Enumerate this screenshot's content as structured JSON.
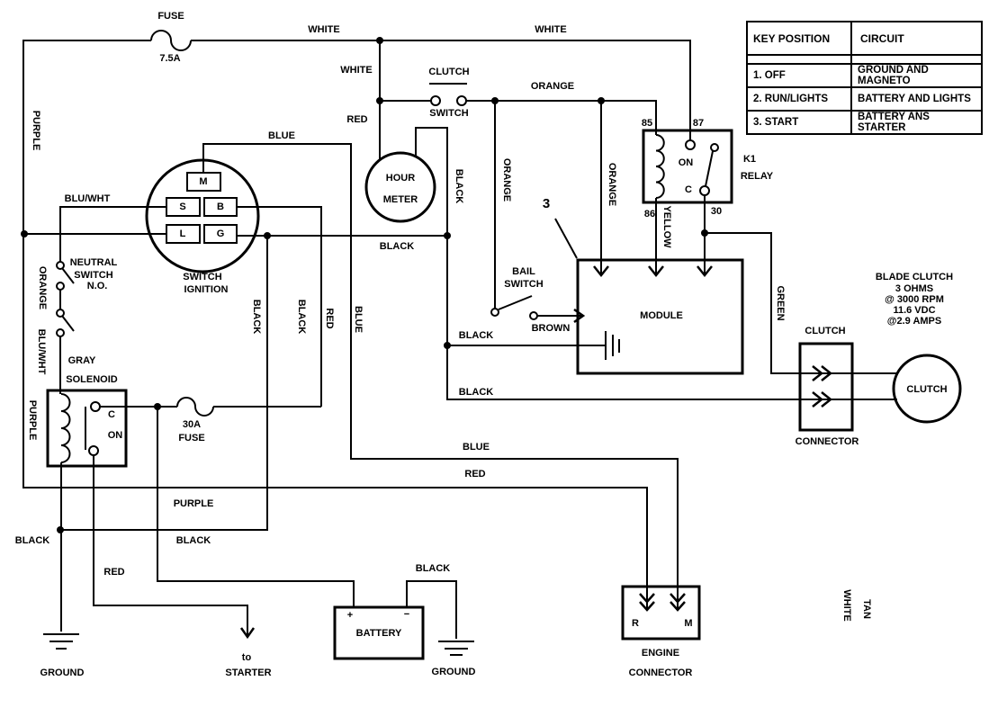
{
  "key_table": {
    "headers": [
      "KEY POSITION",
      "CIRCUIT"
    ],
    "rows": [
      [
        "1. OFF",
        "GROUND AND MAGNETO"
      ],
      [
        "2. RUN/LIGHTS",
        "BATTERY AND LIGHTS"
      ],
      [
        "3. START",
        "BATTERY ANS STARTER"
      ]
    ]
  },
  "components": {
    "fuse_7a": {
      "label": "FUSE",
      "rating": "7.5A"
    },
    "fuse_30a": {
      "rating": "30A",
      "label": "FUSE"
    },
    "clutch_switch": {
      "line1": "CLUTCH",
      "line2": "SWITCH"
    },
    "hour_meter": {
      "line1": "HOUR",
      "line2": "METER"
    },
    "ignition_switch": {
      "line1": "SWITCH",
      "line2": "IGNITION",
      "m": "M",
      "s": "S",
      "b": "B",
      "l": "L",
      "g": "G"
    },
    "neutral_switch": {
      "line1": "NEUTRAL",
      "line2": "SWITCH",
      "line3": "N.O."
    },
    "relay": {
      "name": "K1",
      "type": "RELAY",
      "t85": "85",
      "t87": "87",
      "t86": "86",
      "t30": "30",
      "on": "ON",
      "c": "C"
    },
    "module": {
      "label": "MODULE",
      "callout": "3"
    },
    "bail_switch": {
      "line1": "BAIL",
      "line2": "SWITCH"
    },
    "solenoid": {
      "gray": "GRAY",
      "label": "SOLENOID",
      "c": "C",
      "on": "ON"
    },
    "battery": {
      "label": "BATTERY",
      "plus": "+",
      "minus": "−"
    },
    "clutch_connector": {
      "line1": "CLUTCH",
      "line2": "CONNECTOR"
    },
    "clutch": {
      "label": "CLUTCH"
    },
    "blade_clutch_note": [
      "BLADE CLUTCH",
      "3 OHMS",
      "@ 3000 RPM",
      "11.6 VDC",
      "@2.9 AMPS"
    ],
    "engine_connector": {
      "r": "R",
      "m": "M",
      "line1": "ENGINE",
      "line2": "CONNECTOR"
    },
    "starter": {
      "to": "to",
      "label": "STARTER"
    },
    "ground_left": "GROUND",
    "ground_battery": "GROUND"
  },
  "wire_labels": {
    "white_top_left": "WHITE",
    "white_top_right": "WHITE",
    "white_drop": "WHITE",
    "purple_left_upper": "PURPLE",
    "purple_left_lower": "PURPLE",
    "orange_main": "ORANGE",
    "orange_bail": "ORANGE",
    "orange_module": "ORANGE",
    "orange_neutral": "ORANGE",
    "blu_wht_ignition": "BLU/WHT",
    "blu_wht_neutral": "BLU/WHT",
    "blue_ignition": "BLUE",
    "blue_vert": "BLUE",
    "blue_engine": "BLUE",
    "red_hour_meter": "RED",
    "red_ignition_vert": "RED",
    "red_engine": "RED",
    "red_starter": "RED",
    "black_hour_meter": "BLACK",
    "black_ignition": "BLACK",
    "black_left_vert": "BLACK",
    "black_mid_vert": "BLACK",
    "black_module": "BLACK",
    "black_clutch": "BLACK",
    "black_bottom_left": "BLACK",
    "black_bottom_mid": "BLACK",
    "black_battery": "BLACK",
    "yellow_relay": "YELLOW",
    "green_relay": "GREEN",
    "brown_bail": "BROWN",
    "purple_bottom": "PURPLE",
    "white_engine": "WHITE",
    "tan_engine": "TAN"
  },
  "colors": {
    "line": "#000000",
    "background": "#ffffff"
  }
}
